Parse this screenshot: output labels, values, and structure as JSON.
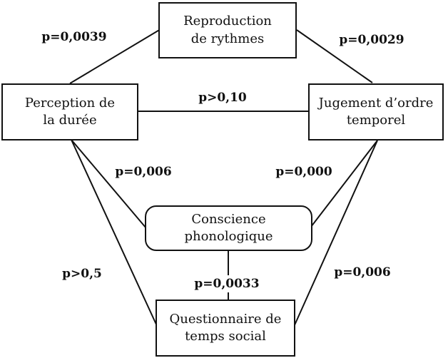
{
  "diagram": {
    "type": "correlation-network",
    "background_color": "#ffffff",
    "line_color": "#111111",
    "box_border_color": "#111111",
    "text_color": "#111111",
    "nodes": {
      "reproduction": {
        "label": "Reproduction\nde rythmes",
        "shape": "rectangle"
      },
      "perception": {
        "label": "Perception de\nla durée",
        "shape": "rectangle"
      },
      "jugement": {
        "label": "Jugement d’ordre\ntemporel",
        "shape": "rectangle"
      },
      "conscience": {
        "label": "Conscience\nphonologique",
        "shape": "rounded-rectangle"
      },
      "questionnaire": {
        "label": "Questionnaire de\ntemps social",
        "shape": "rectangle"
      }
    },
    "edges": {
      "perception_reproduction": {
        "from": "perception",
        "to": "reproduction",
        "label": "p=0,0039"
      },
      "reproduction_jugement": {
        "from": "reproduction",
        "to": "jugement",
        "label": "p=0,0029"
      },
      "perception_jugement": {
        "from": "perception",
        "to": "jugement",
        "label": "p>0,10"
      },
      "perception_conscience": {
        "from": "perception",
        "to": "conscience",
        "label": "p=0,006"
      },
      "jugement_conscience": {
        "from": "jugement",
        "to": "conscience",
        "label": "p=0,000"
      },
      "perception_questionnaire": {
        "from": "perception",
        "to": "questionnaire",
        "label": "p>0,5"
      },
      "conscience_questionnaire": {
        "from": "conscience",
        "to": "questionnaire",
        "label": "p=0,0033"
      },
      "jugement_questionnaire": {
        "from": "jugement",
        "to": "questionnaire",
        "label": "p=0,006"
      }
    }
  }
}
